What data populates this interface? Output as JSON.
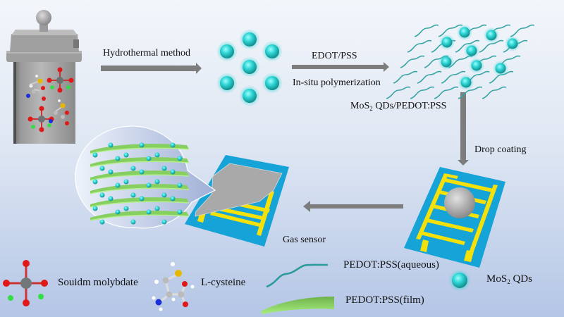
{
  "steps": {
    "hydrothermal": "Hydrothermal method",
    "edot": "EDOT/PSS",
    "polymerization": "In-situ polymerization",
    "composite_prefix": "MoS",
    "composite_sub": "2",
    "composite_suffix": " QDs/PEDOT:PSS",
    "drop_coating": "Drop coating",
    "gas_sensor": "Gas sensor"
  },
  "legend": {
    "sodium_molybdate": "Souidm molybdate",
    "cysteine": "L-cysteine",
    "pedot_aqueous": "PEDOT:PSS(aqueous)",
    "pedot_film": "PEDOT:PSS(film)",
    "qd_prefix": "MoS",
    "qd_sub": "2",
    "qd_suffix": " QDs"
  },
  "colors": {
    "qd": "#2fd6d6",
    "pedot_wave": "#3aa5a5",
    "film": "#7ccc5a",
    "substrate": "#16a3d8",
    "electrode": "#f5e10a",
    "arrow": "#7d7d7d",
    "oxygen": "#e01818",
    "molybdenum": "#7a7f80",
    "sodium": "#33dd44",
    "sulfur": "#e8b800",
    "nitrogen": "#1b2fd6"
  }
}
